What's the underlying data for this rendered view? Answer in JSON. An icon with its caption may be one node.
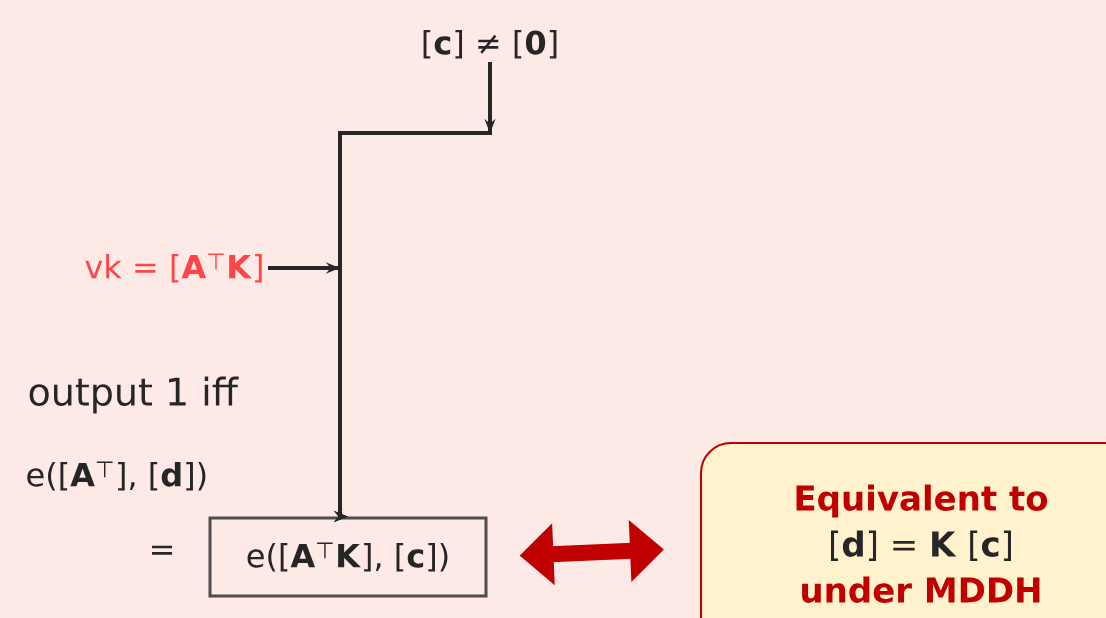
{
  "diagram": {
    "nodes": [
      {
        "text": [
          "[**c**] ≠ [**0**]"
        ]
      },
      {
        "text": [
          "vk = [**A**$^{⊤}$**K**]"
        ]
      },
      {
        "text": [
          "e([**A**$^{⊤}$**K**], [**c**])"
        ]
      },
      {
        "text": [
          "Equivalent to",
          "[**d**] = **K** [**c**]",
          "under MDDH"
        ]
      }
    ],
    "edges": [
      {
        "from": 0,
        "to": 2,
        "arrow": "to"
      },
      {
        "from": 1,
        "to": 2,
        "arrow": "to"
      },
      {
        "from": 2,
        "to": 3,
        "arrow": "both",
        "style": "thick",
        "color": "#c00000"
      }
    ],
    "labels": [
      "output 1 iff",
      "e([**A**$^{⊤}$], [**d**])",
      "="
    ]
  }
}
